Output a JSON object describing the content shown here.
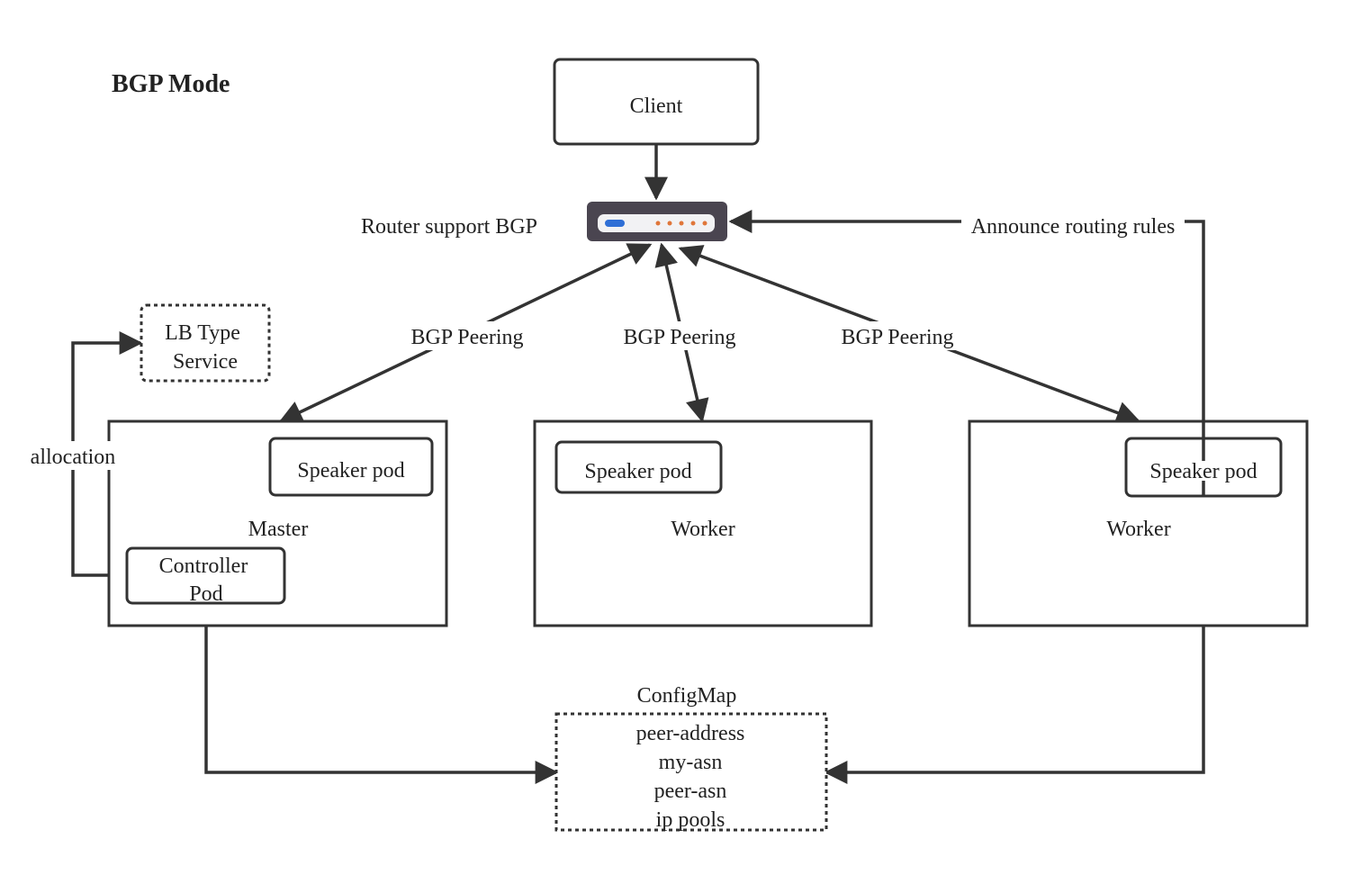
{
  "title": "BGP Mode",
  "nodes": {
    "client": "Client",
    "router_label": "Router support BGP",
    "lb_service": [
      "LB Type",
      "Service"
    ],
    "master": "Master",
    "worker1": "Worker",
    "worker2": "Worker",
    "speaker_master": "Speaker pod",
    "speaker_worker1": "Speaker pod",
    "speaker_worker2": "Speaker pod",
    "controller": [
      "Controller",
      "Pod"
    ],
    "configmap_title": "ConfigMap",
    "configmap_items": [
      "peer-address",
      "my-asn",
      "peer-asn",
      "ip pools"
    ]
  },
  "edges": {
    "peering_left": "BGP Peering",
    "peering_center": "BGP Peering",
    "peering_right": "BGP Peering",
    "announce": "Announce routing rules",
    "allocation": "allocation"
  },
  "colors": {
    "stroke": "#333333",
    "router_body": "#4a4550",
    "router_led": "#2f6fd6",
    "router_dots": "#e0763a"
  }
}
